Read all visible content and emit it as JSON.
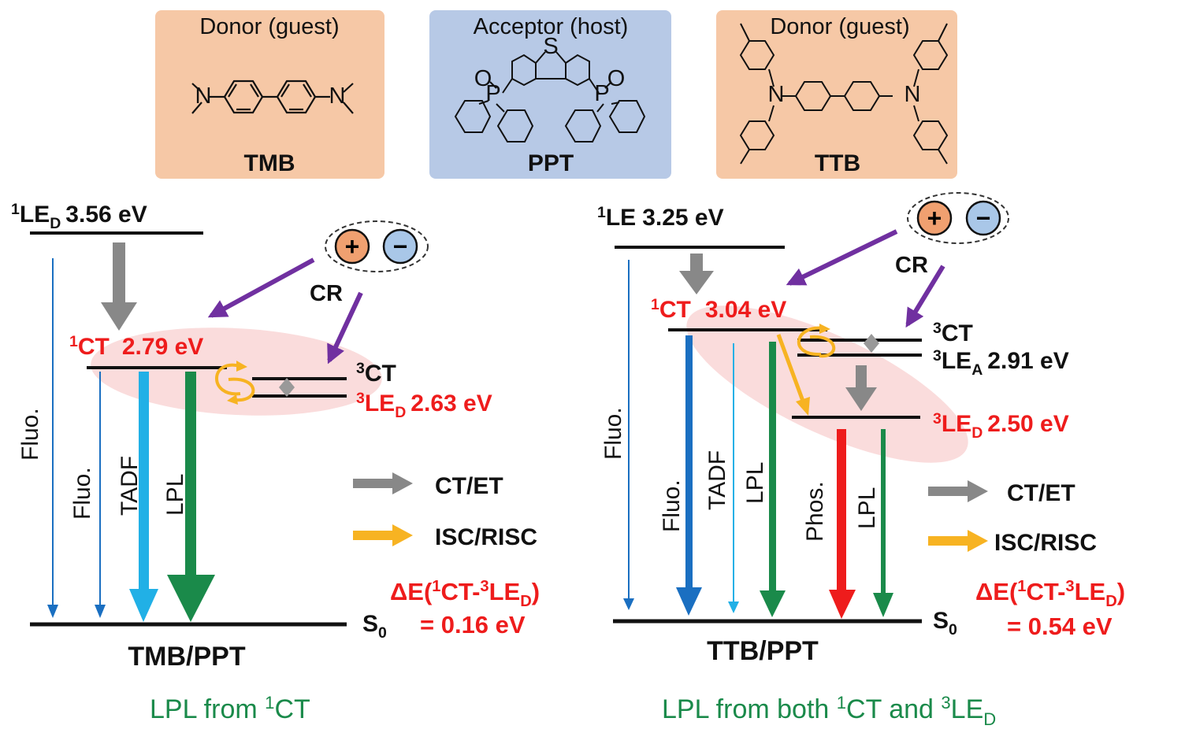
{
  "colors": {
    "donor_box": "#f6c8a6",
    "acceptor_box": "#b7c9e6",
    "arrow_gray": "#888888",
    "arrow_purple": "#7030a0",
    "arrow_yellow": "#f7b322",
    "emission_red": "#ee1c1c",
    "emission_green": "#1a8a4a",
    "emission_blue": "#1a6fc1",
    "emission_lightblue": "#21b0e6",
    "highlight_pink": "#f9d6d6",
    "hole_orange": "#f0a070",
    "electron_blue": "#a9c7e8",
    "text_green": "#1a8a4a"
  },
  "molecules": {
    "tmb": {
      "title": "Donor (guest)",
      "name": "TMB",
      "atoms": [
        "N",
        "N"
      ]
    },
    "ppt": {
      "title": "Acceptor (host)",
      "name": "PPT",
      "atoms": [
        "S",
        "P",
        "O",
        "P",
        "O"
      ]
    },
    "ttb": {
      "title": "Donor (guest)",
      "name": "TTB",
      "atoms": [
        "N",
        "N"
      ]
    }
  },
  "left": {
    "le1": {
      "sup": "1",
      "main": "LE",
      "sub": "D",
      "value": "3.56 eV"
    },
    "ct1": {
      "sup": "1",
      "main": "CT",
      "value": "2.79 eV"
    },
    "ct3": {
      "sup": "3",
      "main": "CT"
    },
    "le3": {
      "sup": "3",
      "main": "LE",
      "sub": "D",
      "value": "2.63 eV"
    },
    "cr": "CR",
    "plus": "+",
    "minus": "−",
    "s0": {
      "main": "S",
      "sub": "0"
    },
    "emissions": [
      "Fluo.",
      "Fluo.",
      "TADF",
      "LPL"
    ],
    "legend": [
      {
        "label": "CT/ET",
        "color": "gray"
      },
      {
        "label": "ISC/RISC",
        "color": "yellow"
      }
    ],
    "delta": {
      "line1_a": "ΔE(",
      "line1_b": "CT-",
      "line1_c": "LE",
      "line1_d": ")",
      "sup1": "1",
      "sup2": "3",
      "sub": "D",
      "line2": "= 0.16 eV"
    },
    "system": "TMB/PPT",
    "footer": {
      "prefix": "LPL from ",
      "sup": "1",
      "main": "CT"
    }
  },
  "right": {
    "le1": {
      "sup": "1",
      "main": "LE",
      "value": "3.25 eV"
    },
    "ct1": {
      "sup": "1",
      "main": "CT",
      "value": "3.04 eV"
    },
    "ct3": {
      "sup": "3",
      "main": "CT"
    },
    "le3a": {
      "sup": "3",
      "main": "LE",
      "sub": "A",
      "value": "2.91 eV"
    },
    "le3d": {
      "sup": "3",
      "main": "LE",
      "sub": "D",
      "value": "2.50 eV"
    },
    "cr": "CR",
    "plus": "+",
    "minus": "−",
    "s0": {
      "main": "S",
      "sub": "0"
    },
    "emissions": [
      "Fluo.",
      "Fluo.",
      "TADF",
      "LPL",
      "Phos.",
      "LPL"
    ],
    "legend": [
      {
        "label": "CT/ET",
        "color": "gray"
      },
      {
        "label": "ISC/RISC",
        "color": "yellow"
      }
    ],
    "delta": {
      "line1_a": "ΔE(",
      "line1_b": "CT-",
      "line1_c": "LE",
      "line1_d": ")",
      "sup1": "1",
      "sup2": "3",
      "sub": "D",
      "line2": "= 0.54 eV"
    },
    "system": "TTB/PPT",
    "footer": {
      "prefix": "LPL from both ",
      "sup1": "1",
      "main1": "CT and ",
      "sup2": "3",
      "main2": "LE",
      "sub": "D"
    }
  }
}
